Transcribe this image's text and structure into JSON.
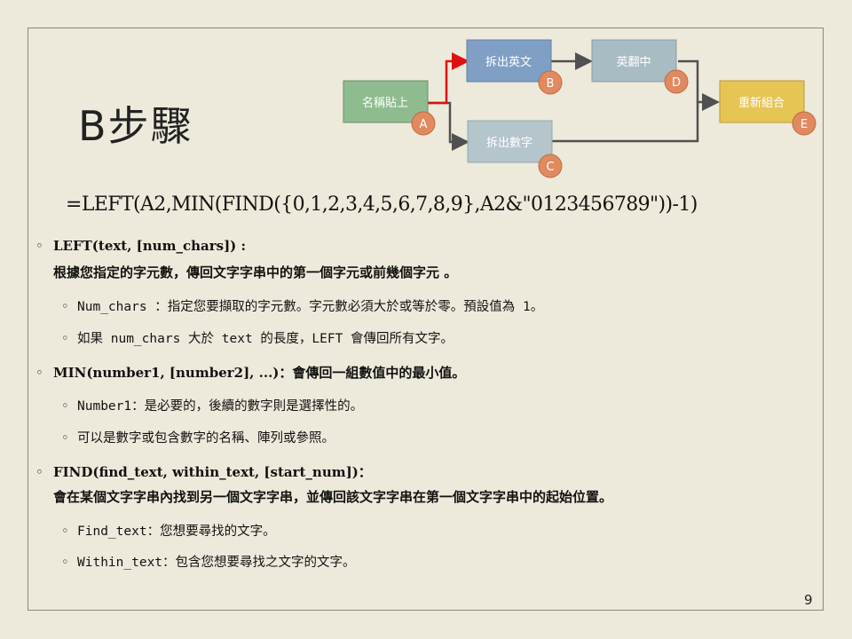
{
  "slide": {
    "title": "B步驟",
    "formula": "=LEFT(A2,MIN(FIND({0,1,2,3,4,5,6,7,8,9},A2&\"0123456789\"))-1)",
    "page_number": "9"
  },
  "diagram": {
    "boxes": {
      "paste": "名稱貼上",
      "split_en": "拆出英文",
      "translate": "英翻中",
      "split_num": "拆出數字",
      "recombine": "重新組合"
    },
    "markers": {
      "a": "A",
      "b": "B",
      "c": "C",
      "d": "D",
      "e": "E"
    },
    "colors": {
      "paste": "#8fbc8f",
      "split_en": "#7f9fc4",
      "translate": "#a8bcc4",
      "split_num": "#b4c6cc",
      "recombine": "#e6c555",
      "marker": "#e08a60",
      "active_arrow": "#e01010",
      "arrow": "#505050"
    }
  },
  "bullets": [
    {
      "head": "LEFT(text, [num_chars]) :",
      "desc": "根據您指定的字元數，傳回文字字串中的第一個字元或前幾個字元 。",
      "items": [
        "Num_chars  ：指定您要擷取的字元數。字元數必須大於或等於零。預設值為 1。",
        "如果 num_chars 大於 text 的長度，LEFT 會傳回所有文字。"
      ]
    },
    {
      "head": "MIN(number1, [number2], ...)：會傳回一組數值中的最小值。",
      "items": [
        "Number1：是必要的，後續的數字則是選擇性的。",
        "可以是數字或包含數字的名稱、陣列或參照。"
      ]
    },
    {
      "head": "FIND(find_text, within_text, [start_num])：",
      "desc": "會在某個文字字串內找到另一個文字字串，並傳回該文字字串在第一個文字字串中的起始位置。",
      "items": [
        "Find_text：您想要尋找的文字。",
        "Within_text：包含您想要尋找之文字的文字。"
      ]
    }
  ],
  "bullet_symbol": "◦"
}
